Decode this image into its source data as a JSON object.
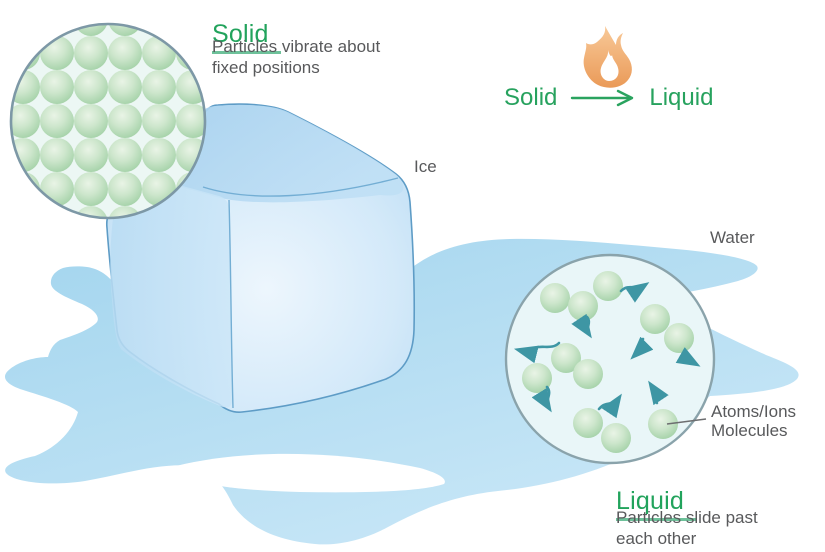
{
  "solid_section": {
    "title": "Solid",
    "description": "Particles vibrate about\nfixed positions"
  },
  "liquid_section": {
    "title": "Liquid",
    "description": "Particles slide past\neach other"
  },
  "labels": {
    "ice": "Ice",
    "water": "Water",
    "particles": "Atoms/Ions\nMolecules"
  },
  "transition": {
    "from": "Solid",
    "to": "Liquid"
  },
  "icons": {
    "flame": "flame-icon",
    "transition_arrow": "right-arrow-icon",
    "motion_arrows": "wavy-motion-arrow-icons"
  },
  "colors": {
    "heading_green": "#22a35c",
    "underline_green": "#6ec19a",
    "text_gray": "#58595b",
    "puddle_blue": "#aad8f0",
    "ice_cube_blue": "#cde7f8",
    "zoom_circle_border": "#7d98a6",
    "solid_circle_fill": "#ecf7f4",
    "liquid_circle_fill": "#e9f6f8",
    "particle_green": "#b3d9b5",
    "motion_arrow_teal": "#3e96a4",
    "flame_orange": "#f0a96b",
    "transition_arrow_green": "#2aa35f"
  }
}
